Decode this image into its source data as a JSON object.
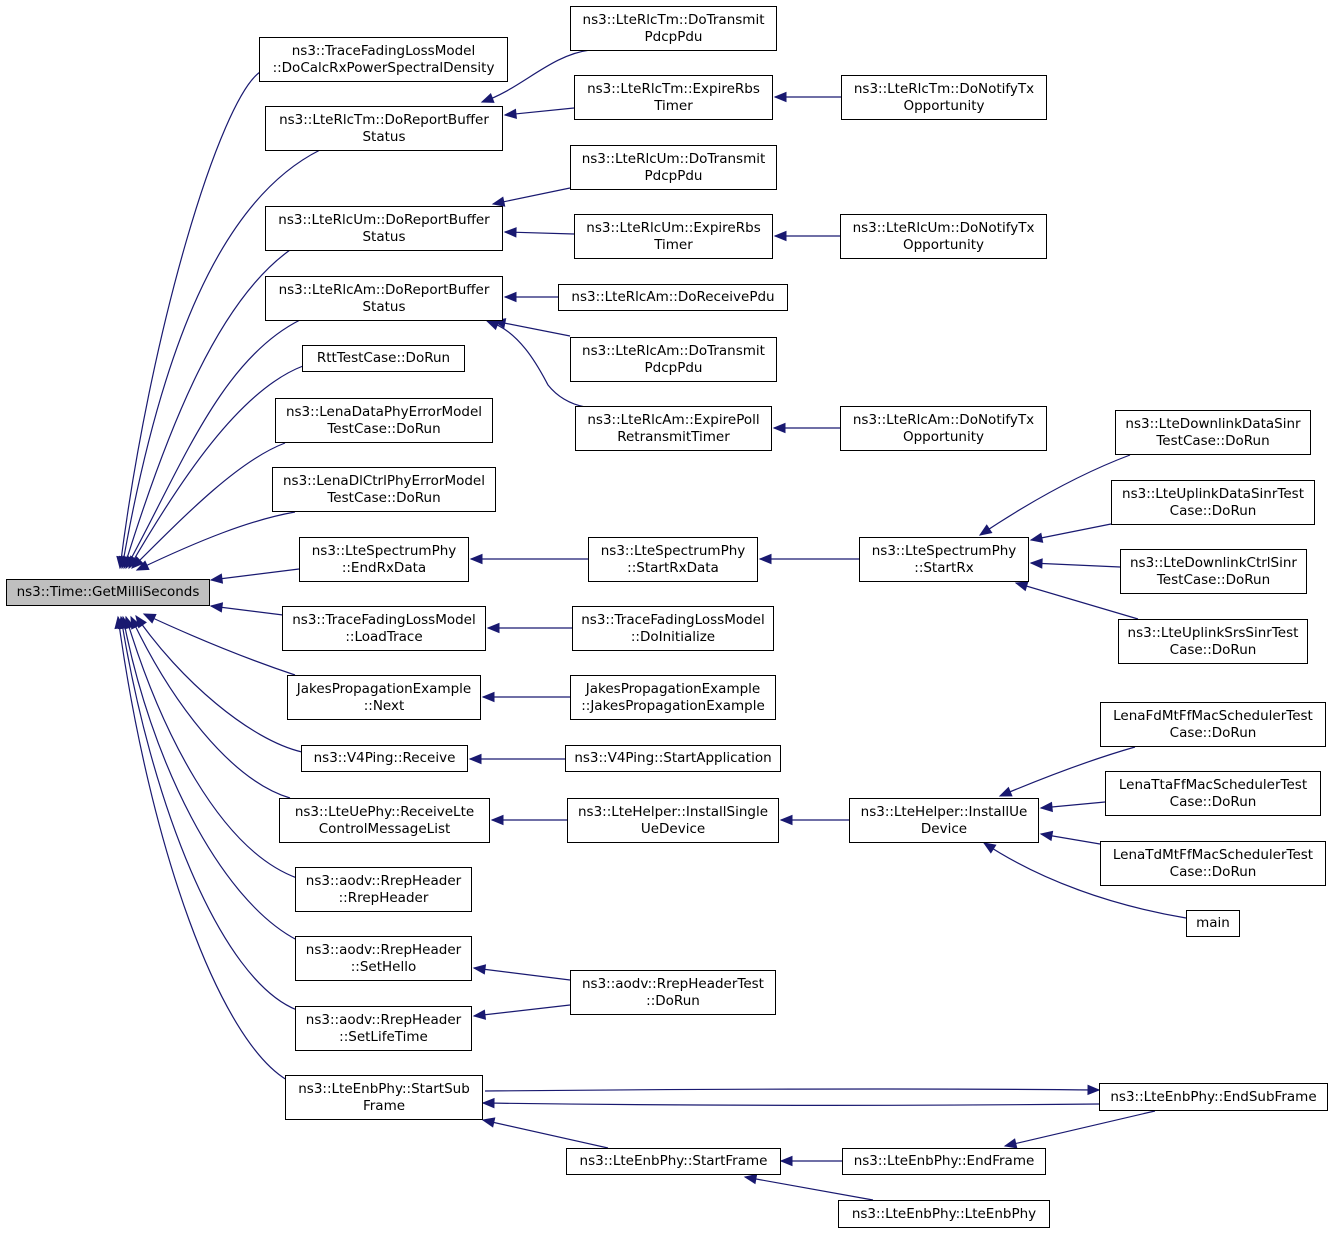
{
  "graph": {
    "edge_color": "#191970",
    "root_fill": "#bfbfbf",
    "nodes": {
      "root": "ns3::Time::GetMilliSeconds",
      "tfl_calc": "ns3::TraceFadingLossModel\n::DoCalcRxPowerSpectralDensity",
      "tm_report": "ns3::LteRlcTm::DoReportBuffer\nStatus",
      "tm_transmit": "ns3::LteRlcTm::DoTransmit\nPdcpPdu",
      "tm_expire": "ns3::LteRlcTm::ExpireRbs\nTimer",
      "tm_notify": "ns3::LteRlcTm::DoNotifyTx\nOpportunity",
      "um_report": "ns3::LteRlcUm::DoReportBuffer\nStatus",
      "um_transmit": "ns3::LteRlcUm::DoTransmit\nPdcpPdu",
      "um_expire": "ns3::LteRlcUm::ExpireRbs\nTimer",
      "um_notify": "ns3::LteRlcUm::DoNotifyTx\nOpportunity",
      "am_report": "ns3::LteRlcAm::DoReportBuffer\nStatus",
      "am_receive": "ns3::LteRlcAm::DoReceivePdu",
      "am_transmit": "ns3::LteRlcAm::DoTransmit\nPdcpPdu",
      "am_expire": "ns3::LteRlcAm::ExpirePoll\nRetransmitTimer",
      "am_notify": "ns3::LteRlcAm::DoNotifyTx\nOpportunity",
      "rtt": "RttTestCase::DoRun",
      "lena_data": "ns3::LenaDataPhyErrorModel\nTestCase::DoRun",
      "lena_dlctrl": "ns3::LenaDlCtrlPhyErrorModel\nTestCase::DoRun",
      "sp_endrx": "ns3::LteSpectrumPhy\n::EndRxData",
      "sp_startrxdata": "ns3::LteSpectrumPhy\n::StartRxData",
      "sp_startrx": "ns3::LteSpectrumPhy\n::StartRx",
      "dl_data_sinr": "ns3::LteDownlinkDataSinr\nTestCase::DoRun",
      "ul_data_sinr": "ns3::LteUplinkDataSinrTest\nCase::DoRun",
      "dl_ctrl_sinr": "ns3::LteDownlinkCtrlSinr\nTestCase::DoRun",
      "ul_srs_sinr": "ns3::LteUplinkSrsSinrTest\nCase::DoRun",
      "tfl_load": "ns3::TraceFadingLossModel\n::LoadTrace",
      "tfl_init": "ns3::TraceFadingLossModel\n::DoInitialize",
      "jakes_next": "JakesPropagationExample\n::Next",
      "jakes_ctor": "JakesPropagationExample\n::JakesPropagationExample",
      "v4_receive": "ns3::V4Ping::Receive",
      "v4_start": "ns3::V4Ping::StartApplication",
      "ue_recv": "ns3::LteUePhy::ReceiveLte\nControlMessageList",
      "helper_single": "ns3::LteHelper::InstallSingle\nUeDevice",
      "helper_ue": "ns3::LteHelper::InstallUe\nDevice",
      "fdmt": "LenaFdMtFfMacSchedulerTest\nCase::DoRun",
      "tta": "LenaTtaFfMacSchedulerTest\nCase::DoRun",
      "tdmt": "LenaTdMtFfMacSchedulerTest\nCase::DoRun",
      "main": "main",
      "rrep_ctor": "ns3::aodv::RrepHeader\n::RrepHeader",
      "rrep_sethello": "ns3::aodv::RrepHeader\n::SetHello",
      "rrep_test": "ns3::aodv::RrepHeaderTest\n::DoRun",
      "rrep_setlife": "ns3::aodv::RrepHeader\n::SetLifeTime",
      "enb_startsub": "ns3::LteEnbPhy::StartSub\nFrame",
      "enb_endsub": "ns3::LteEnbPhy::EndSubFrame",
      "enb_startframe": "ns3::LteEnbPhy::StartFrame",
      "enb_endframe": "ns3::LteEnbPhy::EndFrame",
      "enb_ctor": "ns3::LteEnbPhy::LteEnbPhy"
    }
  }
}
